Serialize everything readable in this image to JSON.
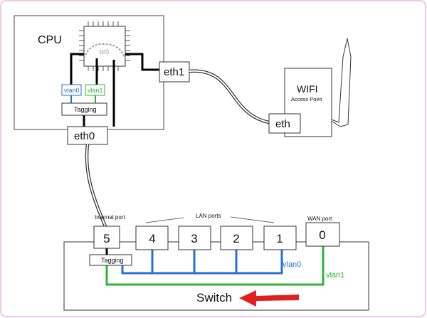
{
  "cpu": {
    "label": "CPU",
    "bridge": "br0"
  },
  "cpu_vlans": {
    "vlan0": "vlan0",
    "vlan1": "vlan1"
  },
  "cpu_tagging": "Tagging",
  "interfaces": {
    "eth0": "eth0",
    "eth1": "eth1"
  },
  "wifi": {
    "title": "WIFI",
    "subtitle": "Access Point",
    "port": "eth"
  },
  "switch": {
    "label": "Switch",
    "internal_port_label": "Internal port",
    "lan_ports_label": "LAN ports",
    "wan_port_label": "WAN port",
    "tagging": "Tagging",
    "ports": [
      "5",
      "4",
      "3",
      "2",
      "1",
      "0"
    ],
    "vlan0": "vlan0",
    "vlan1": "vlan1"
  },
  "colors": {
    "vlan0": "#2a6fd6",
    "vlan1": "#2fb335",
    "arrow": "#e02020",
    "bridge": "#9a9a9a",
    "frame": "#f3c6e6"
  }
}
